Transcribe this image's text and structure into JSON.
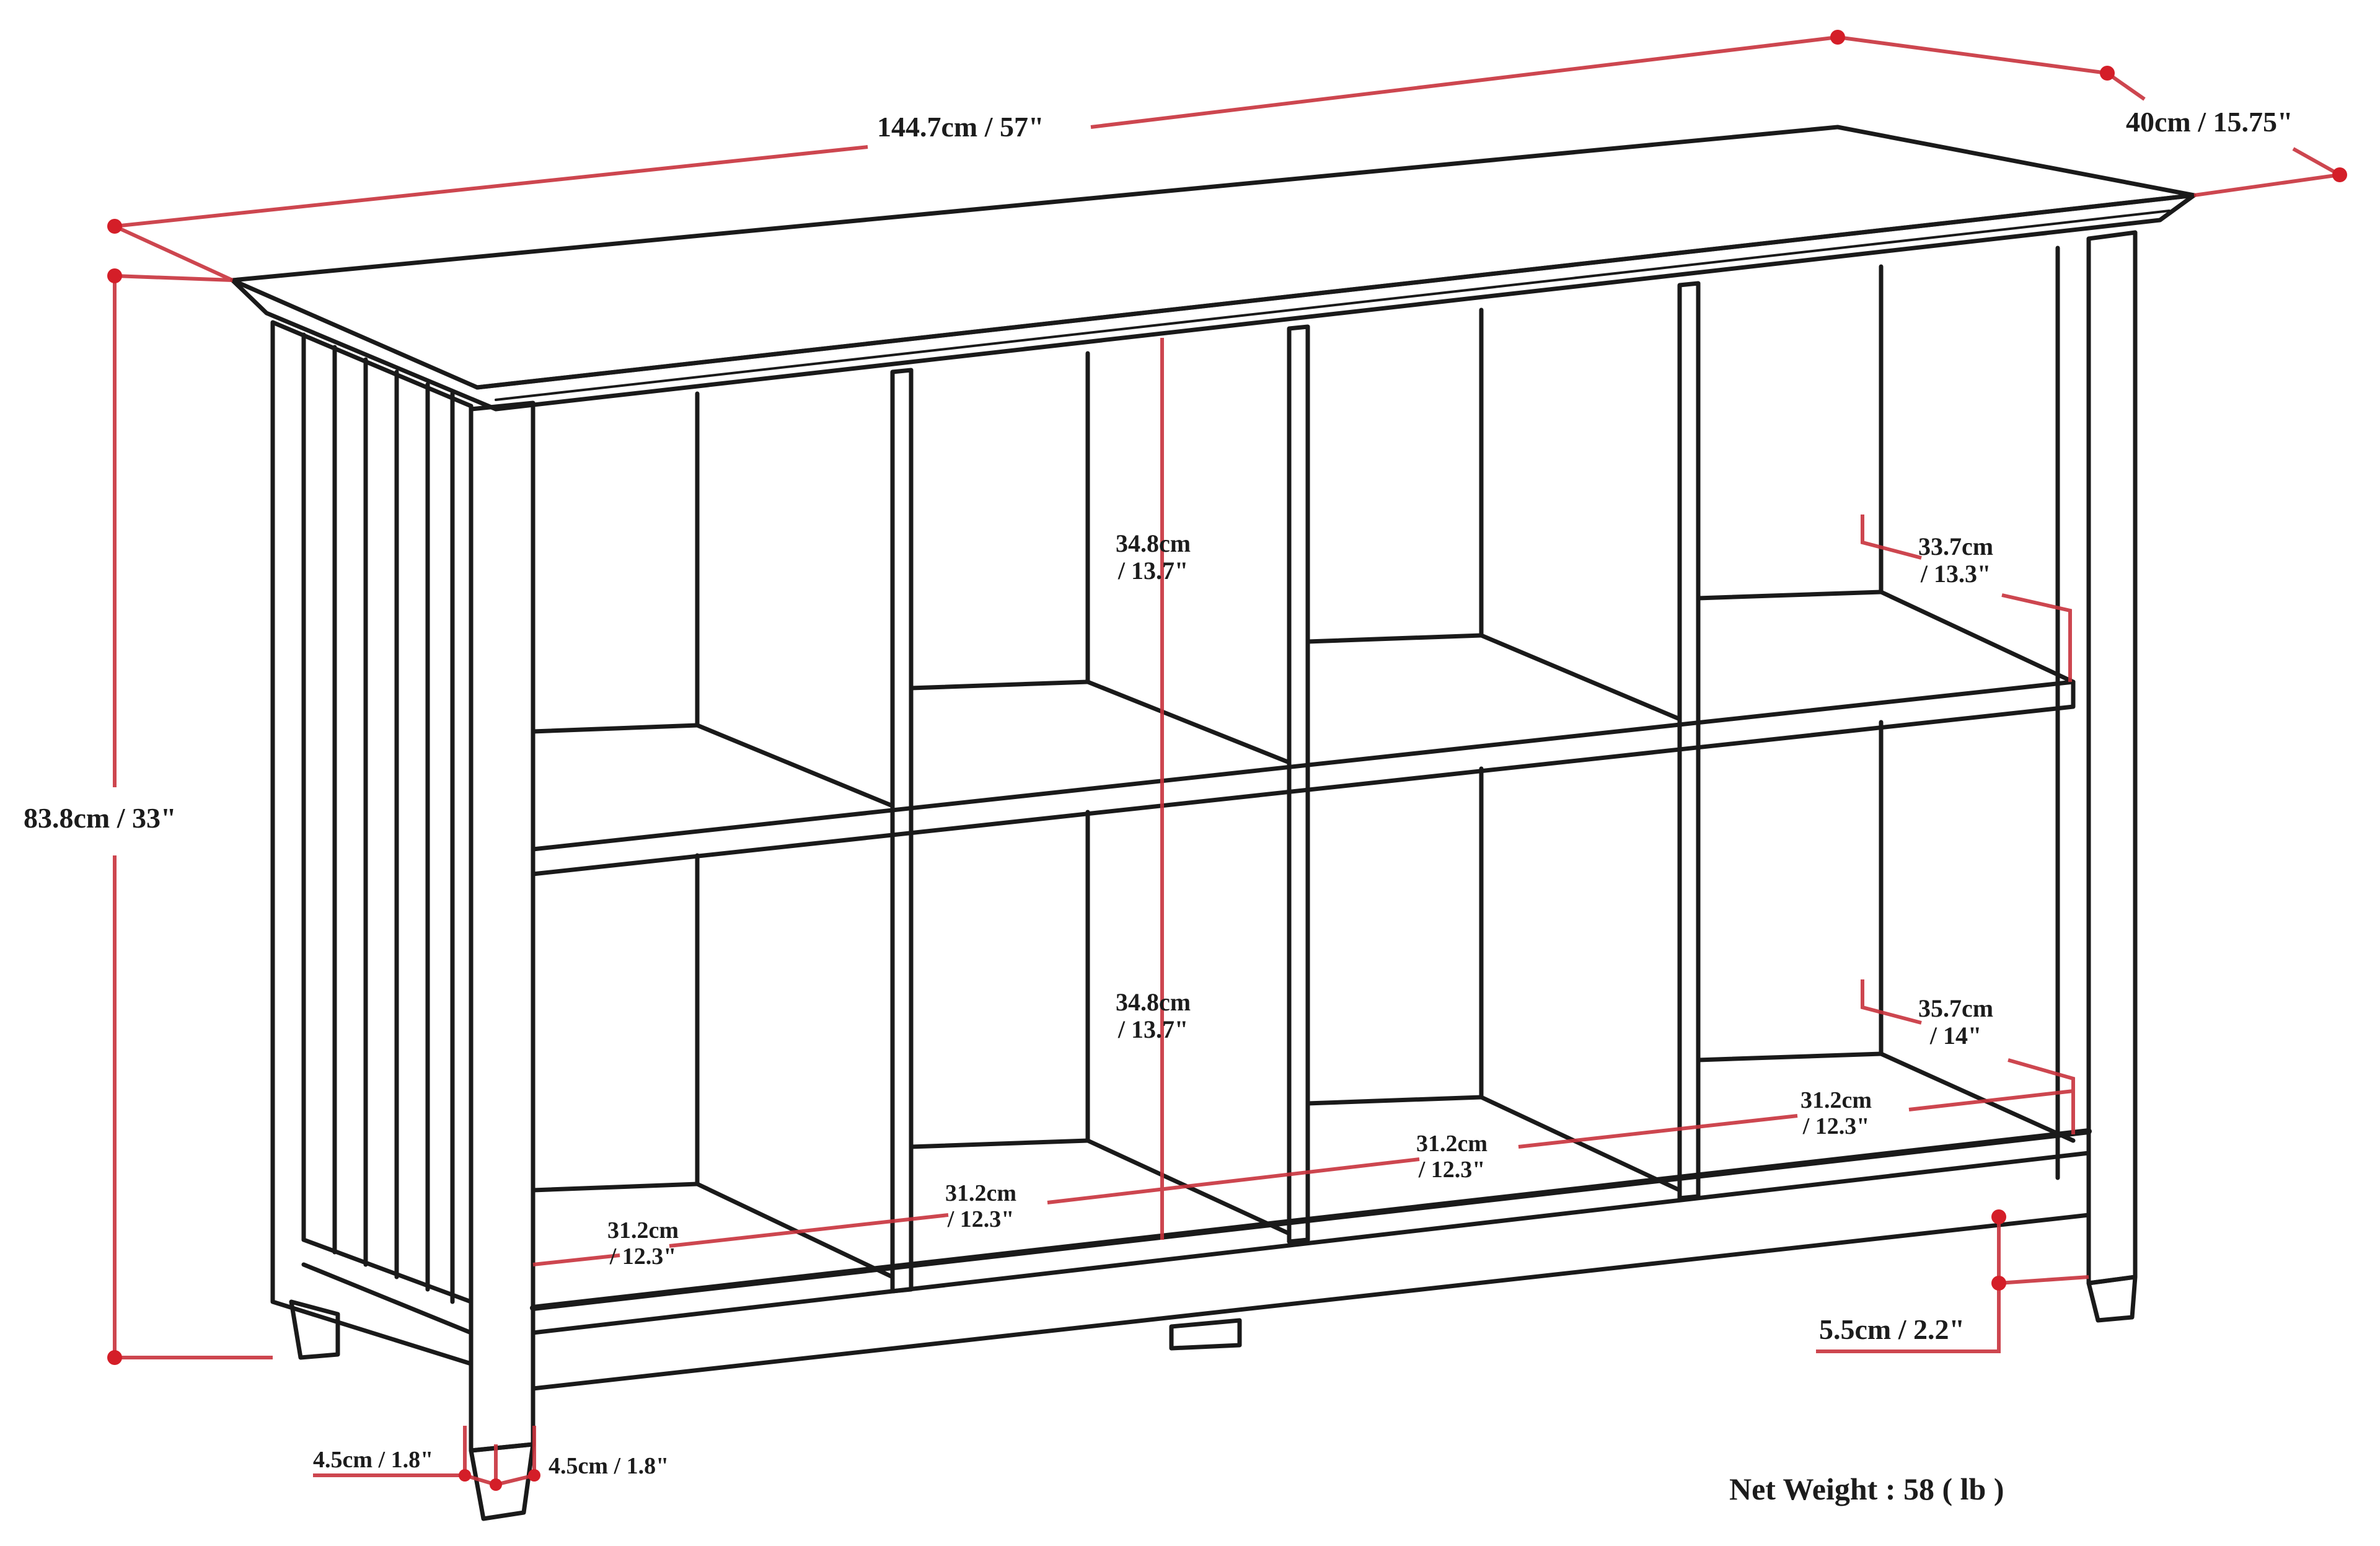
{
  "diagram": {
    "type": "furniture-dimension-drawing",
    "subject": "8-cube storage console / bookcase (2 rows x 4 columns of cubbies)",
    "colors": {
      "outline": "#1a1a1a",
      "dimension_line": "#c8323c",
      "dimension_dot": "#d41e28",
      "label_text": "#1c1c1c",
      "background": "#ffffff"
    },
    "overall": {
      "width": "144.7cm / 57\"",
      "depth": "40cm / 15.75\"",
      "height": "83.8cm / 33\""
    },
    "cubby": {
      "upper_height": {
        "cm": "34.8cm",
        "in": "/ 13.7\""
      },
      "lower_height": {
        "cm": "34.8cm",
        "in": "/ 13.7\""
      },
      "upper_depth": {
        "cm": "33.7cm",
        "in": "/ 13.3\""
      },
      "lower_depth": {
        "cm": "35.7cm",
        "in": "/ 14\""
      },
      "widths": [
        {
          "cm": "31.2cm",
          "in": "/ 12.3\""
        },
        {
          "cm": "31.2cm",
          "in": "/ 12.3\""
        },
        {
          "cm": "31.2cm",
          "in": "/ 12.3\""
        },
        {
          "cm": "31.2cm",
          "in": "/ 12.3\""
        }
      ]
    },
    "legs": {
      "leg_width_left": "4.5cm / 1.8\"",
      "leg_width_right": "4.5cm / 1.8\"",
      "floor_clearance": "5.5cm / 2.2\""
    },
    "net_weight": "Net Weight : 58 ( lb )"
  }
}
